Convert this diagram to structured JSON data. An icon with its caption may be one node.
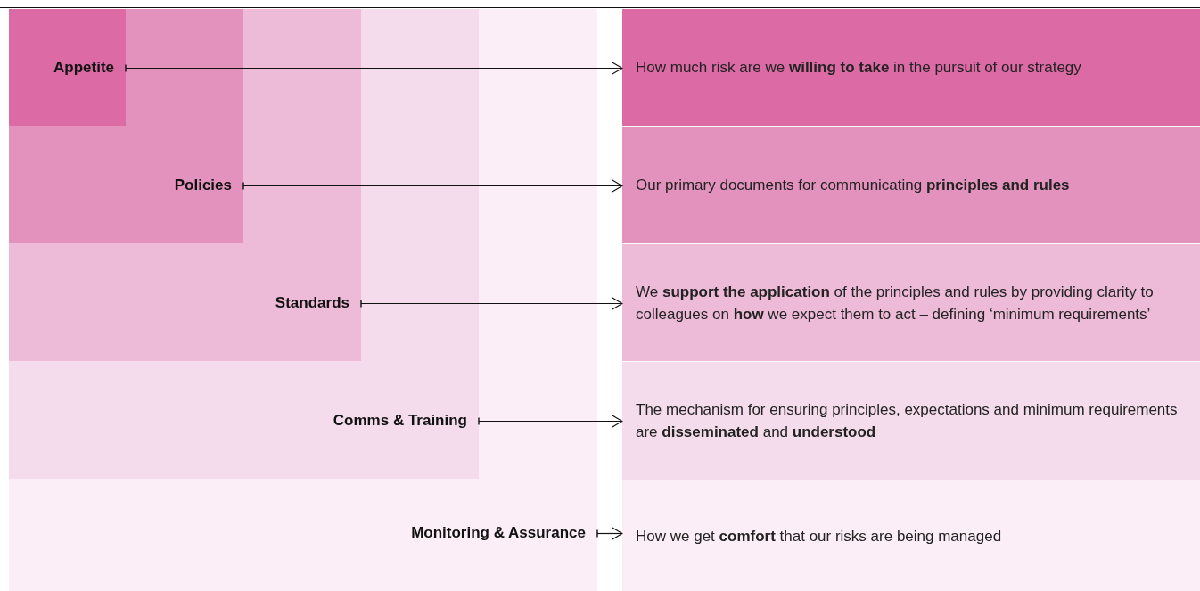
{
  "diagram": {
    "nodes": [
      {
        "text": [
          "Monitoring & Assurance"
        ]
      },
      {
        "text": [
          "Comms & Training"
        ],
        "in": 0
      },
      {
        "text": [
          "Standards"
        ],
        "in": 1
      },
      {
        "text": [
          "Policies"
        ],
        "in": 2
      },
      {
        "text": [
          "Appetite"
        ],
        "in": 3
      },
      {
        "text": [
          "How much risk are we **willing to take** in the pursuit of our strategy"
        ]
      },
      {
        "text": [
          "Our primary documents for communicating **principles and rules**"
        ]
      },
      {
        "text": [
          "We **support the application** of the principles and rules by providing clarity to colleagues on **how** we expect them to act – defining ‘minimum requirements’"
        ]
      },
      {
        "text": [
          "The mechanism for ensuring principles, expectations and minimum requirements are **disseminated** and **understood**"
        ]
      },
      {
        "text": [
          "How we get **comfort** that our risks are being managed"
        ]
      }
    ],
    "edges": [
      {
        "from": 4,
        "to": 5,
        "arrow": "to"
      },
      {
        "from": 3,
        "to": 6,
        "arrow": "to"
      },
      {
        "from": 2,
        "to": 7,
        "arrow": "to"
      },
      {
        "from": 1,
        "to": 8,
        "arrow": "to"
      },
      {
        "from": 0,
        "to": 9,
        "arrow": "to"
      }
    ]
  }
}
